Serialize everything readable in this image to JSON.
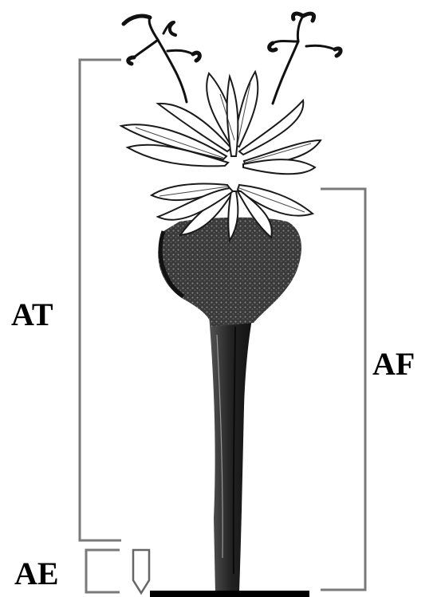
{
  "labels": {
    "at": "AT",
    "af": "AF",
    "ae": "AE"
  },
  "colors": {
    "ink": "#000000",
    "bracket": "#7a7a7a",
    "fruit_dark": "#2a2a2a",
    "background": "#ffffff"
  }
}
